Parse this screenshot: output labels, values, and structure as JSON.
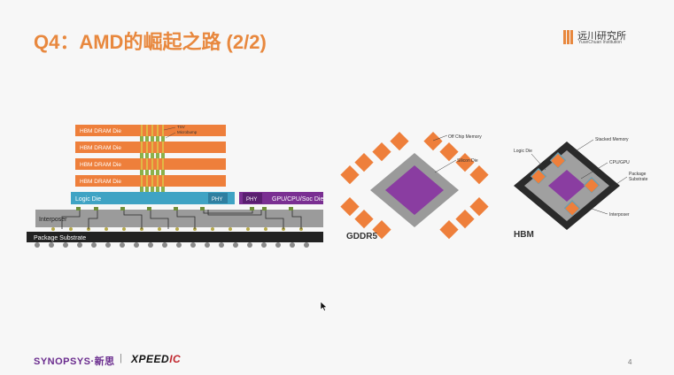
{
  "slide": {
    "title": "Q4：AMD的崛起之路 (2/2)",
    "page_number": "4"
  },
  "logo": {
    "cn": "远川研究所",
    "en": "YuanChuan Institution"
  },
  "footer": {
    "synopsys": "SYNOPSYS·新思",
    "separator": "|",
    "xpeedic_a": "XPEED",
    "xpeedic_b": "IC"
  },
  "stack": {
    "dies": [
      "HBM DRAM Die",
      "HBM DRAM Die",
      "HBM DRAM Die",
      "HBM DRAM Die"
    ],
    "tsv_label": "TSV",
    "microbump_label": "Microbump",
    "logic_die": "Logic Die",
    "phy_left": "PHY",
    "phy_right": "PHY",
    "gpu_die": "GPU/CPU/Soc Die",
    "interposer": "Interposer",
    "package": "Package Substrate"
  },
  "gddr5": {
    "label": "GDDR5",
    "off_chip_memory": "Off Chip Memory",
    "silicon_die": "Silicon Die"
  },
  "hbm": {
    "label": "HBM",
    "logic_die": "Logic Die",
    "stacked_memory": "Stacked Memory",
    "cpu_gpu": "CPU/GPU",
    "package_substrate_1": "Package",
    "package_substrate_2": "Substrate",
    "interposer": "Interposer"
  },
  "colors": {
    "accent": "#e8883e",
    "hbm_orange": "#ee7f3b",
    "logic_blue": "#3fa3c4",
    "gpu_purple": "#7a2f92",
    "interposer_gray": "#9b9b9b",
    "package_black": "#222222"
  }
}
